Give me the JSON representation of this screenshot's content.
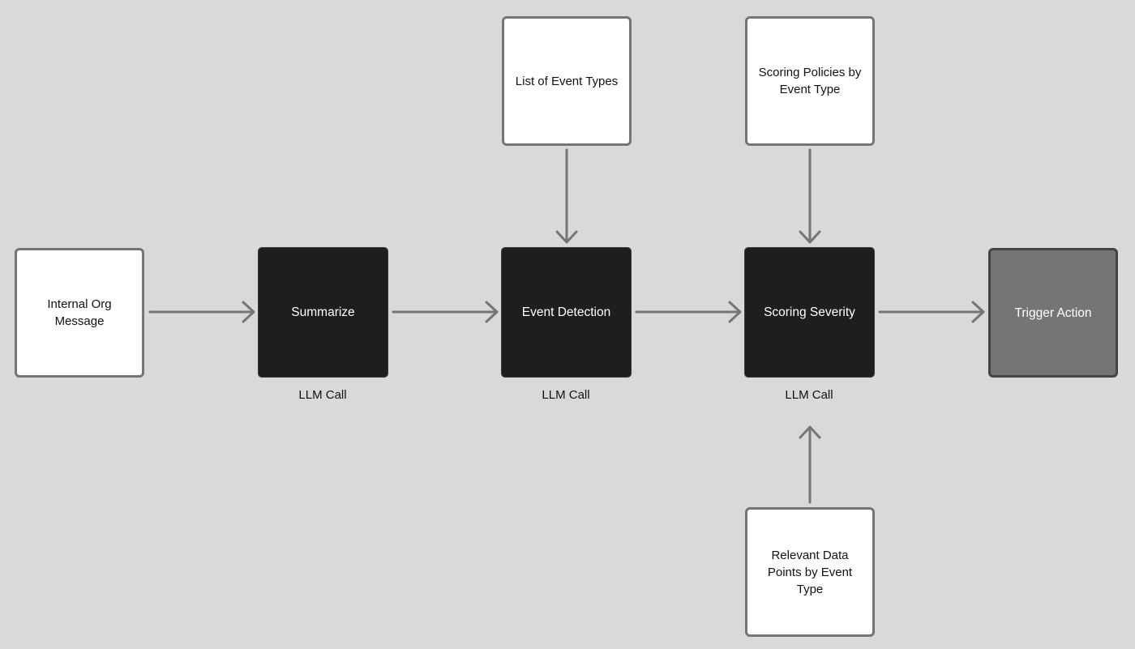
{
  "nodes": {
    "input_message": "Internal Org Message",
    "summarize": "Summarize",
    "event_detection": "Event Detection",
    "scoring_severity": "Scoring Severity",
    "trigger_action": "Trigger Action",
    "list_event_types": "List of Event Types",
    "scoring_policies": "Scoring Policies by Event Type",
    "relevant_data": "Relevant Data Points by Event Type"
  },
  "captions": {
    "summarize": "LLM Call",
    "event_detection": "LLM Call",
    "scoring_severity": "LLM Call"
  },
  "colors": {
    "background": "#d9d9d9",
    "llm_box": "#1e1e1e",
    "input_box": "#ffffff",
    "output_box": "#757575",
    "arrow": "#757575"
  }
}
